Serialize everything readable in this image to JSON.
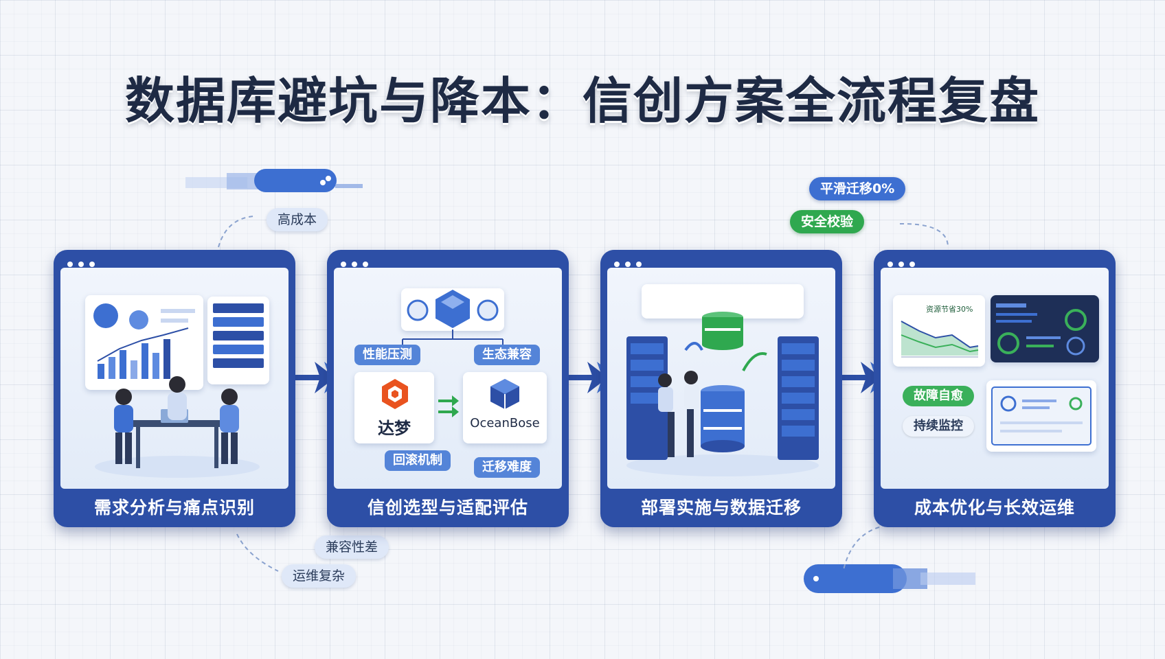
{
  "title": "数据库避坑与降本：信创方案全流程复盘",
  "tags": {
    "high_cost": "高成本",
    "compat": "兼容性差",
    "ops": "运维复杂",
    "smooth": "平滑迁移0%",
    "safety": "安全校验"
  },
  "steps": [
    {
      "label": "需求分析与痛点识别"
    },
    {
      "label": "信创选型与适配评估"
    },
    {
      "label": "部署实施与数据迁移"
    },
    {
      "label": "成本优化与长效运维"
    }
  ],
  "step2": {
    "perf": "性能压测",
    "eco": "生态兼容",
    "rollback": "回滚机制",
    "difficulty": "迁移难度",
    "product_a": "达梦",
    "product_b": "OceanBose"
  },
  "step4": {
    "saving": "资源节省30%",
    "self_heal": "故障自愈",
    "monitor": "持续监控"
  },
  "colors": {
    "panel": "#2d4fa6",
    "accent": "#3d6fd1",
    "green": "#2fa84f",
    "title": "#1e2a44"
  }
}
